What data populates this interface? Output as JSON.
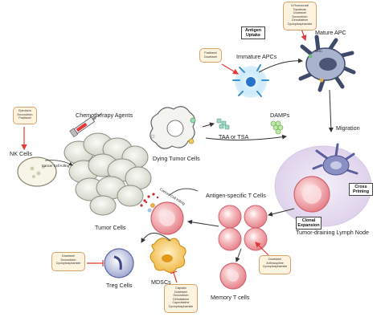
{
  "labels": {
    "chemo_agents": "Chemotherapy Agents",
    "dying_tumor_cells": "Dying Tumor Cells",
    "taa_tsa": "TAA or TSA",
    "damps": "DAMPs",
    "immature_apcs": "Immature APCs",
    "mature_apc": "Mature APC",
    "migration": "Migration",
    "nk_cells": "NK Cells",
    "cancer_cell_killing_nk": "Cancer Cell Killing",
    "tumor_cells": "Tumor Cells",
    "antigen_specific_t_cells": "Antigen-specific T Cells",
    "cancer_cell_killing_t": "Cancer Cell Killing",
    "treg_cells": "Treg Cells",
    "mdscs": "MDSCs",
    "memory_t_cells": "Memory T cells",
    "lymph_node": "Tumor-draining Lymph Node",
    "mhc": "MHC"
  },
  "boxes": {
    "antigen_uptake": [
      "Antigen",
      "Uptake"
    ],
    "cross_priming": [
      "Cross",
      "Priming"
    ],
    "clonal_expansion": [
      "Clonal",
      "Expansion"
    ]
  },
  "drug_boxes": {
    "nk": [
      "Epirubicin",
      "Doxorubicin",
      "Paclitaxel"
    ],
    "immature_apc": [
      "Paclitaxel",
      "Docetaxel"
    ],
    "mature_apc": [
      "5-Fluorouracil",
      "Topotecan",
      "Docetaxel",
      "Doxorubicin",
      "Gemcitabine",
      "Cyclophosphamide"
    ],
    "treg": [
      "Docetaxel",
      "Doxorubicin",
      "Cyclophosphamide"
    ],
    "mdsc": [
      "Cisplatin",
      "Docetaxel",
      "Doxorubicin",
      "Gemcitabine",
      "Capecitabine",
      "Cyclophosphamide"
    ],
    "memory_t": [
      "Docetaxel",
      "Anthracycline",
      "Cyclophosphamide"
    ]
  },
  "colors": {
    "activation_arrow": "#e53935",
    "inhibition": "#e53935",
    "flow_arrow": "#333333",
    "drug_box_fill": "#fdf3df",
    "drug_box_border": "#d5a268",
    "t_cell_fill": "#f2a0a6",
    "lymph_node_fill": "#ece2f3",
    "apc_fill": "#c9d1e3",
    "immature_apc_glow": "#8fd0f4"
  }
}
